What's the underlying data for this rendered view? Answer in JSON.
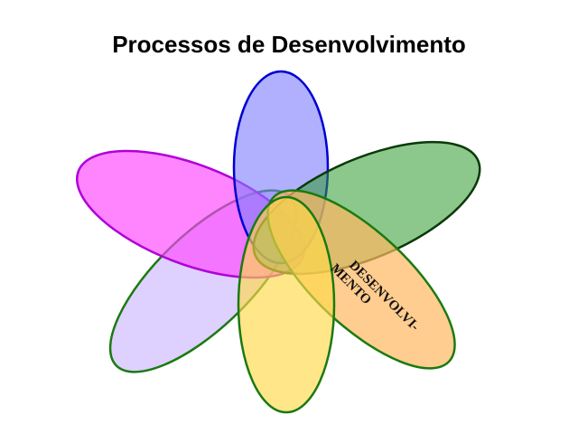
{
  "title": "Processos de Desenvolvimento",
  "petals": [
    {
      "name": "lavender",
      "fill": "#d8c8ff",
      "stroke": "#1a7a10"
    },
    {
      "name": "magenta",
      "fill": "#ff55ff",
      "stroke": "#b000d8"
    },
    {
      "name": "blue",
      "fill": "#9a9aff",
      "stroke": "#0000d0"
    },
    {
      "name": "dark-green",
      "fill": "#5fb05f",
      "stroke": "#0a3a0a"
    },
    {
      "name": "orange",
      "fill": "#ffcc88",
      "stroke": "#1a7a10"
    },
    {
      "name": "yellow",
      "fill": "#ffdd66",
      "stroke": "#1a7a10"
    }
  ],
  "label": {
    "line1": "DESENVOLVI-",
    "line2": "MENTO"
  }
}
